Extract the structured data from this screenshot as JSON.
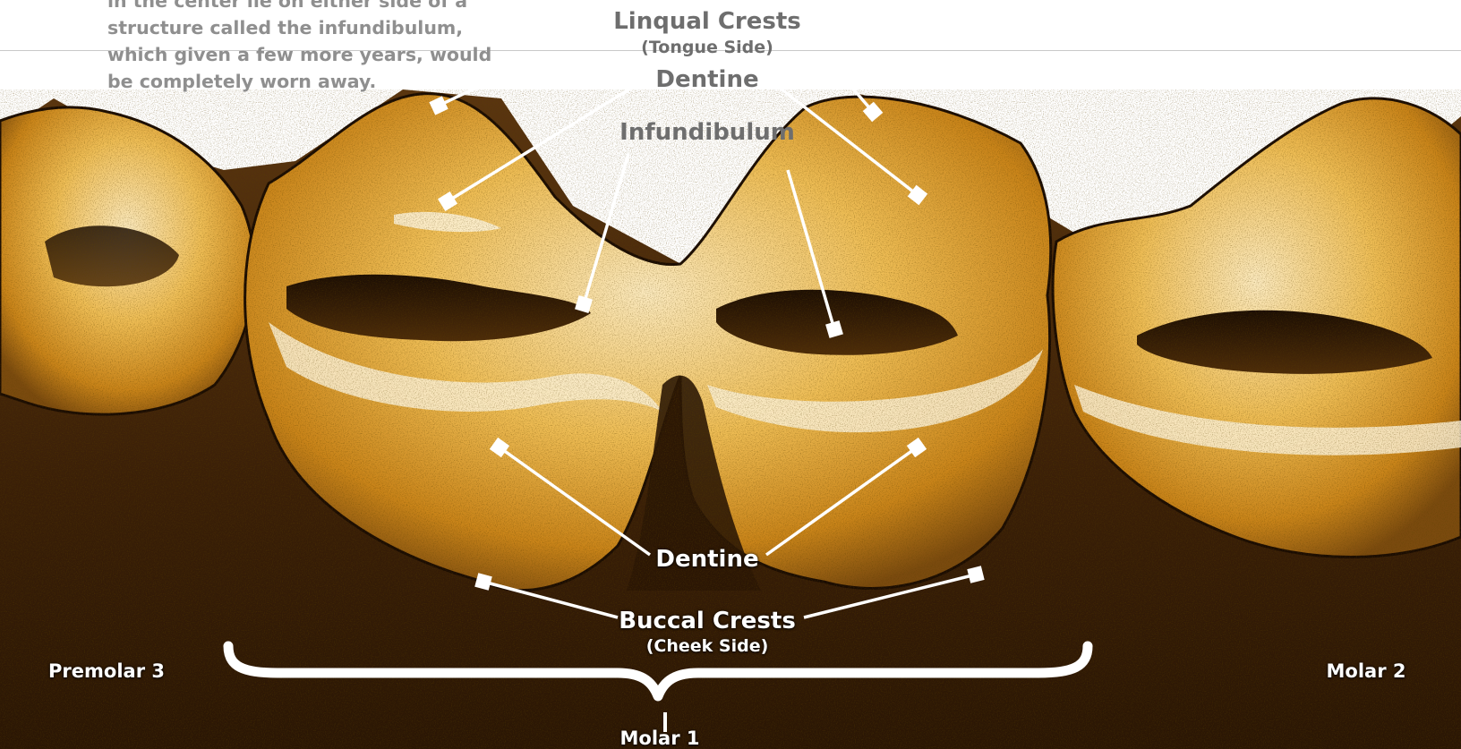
{
  "intro_text": [
    "in the center lie on either side of a",
    "structure called the infundibulum,",
    "which given a few more years, would",
    "be completely worn away."
  ],
  "labels": {
    "lingual_crests": "Linqual Crests",
    "tongue_side": "(Tongue Side)",
    "dentine_top": "Dentine",
    "infundibulum": "Infundibulum",
    "dentine_bottom": "Dentine",
    "buccal_crests": "Buccal Crests",
    "cheek_side": "(Cheek Side)",
    "premolar_3": "Premolar 3",
    "molar_2": "Molar 2",
    "molar_1": "Molar 1"
  },
  "colors": {
    "enamel_light": "#f8e6b8",
    "enamel_gold": "#e9ad3c",
    "dentine_dark": "#3d2206",
    "root_brown": "#4a2a0c",
    "callout": "#ffffff",
    "dark_label": "#6e6e6e",
    "intro_text": "#8f8f8f"
  }
}
